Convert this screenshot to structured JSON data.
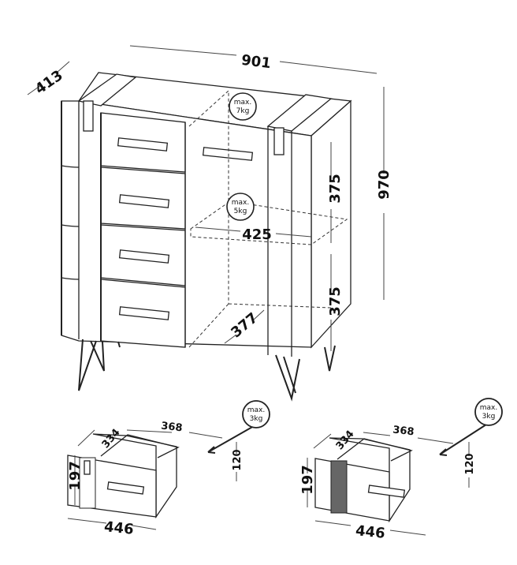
{
  "cabinet": {
    "width": "901",
    "depth": "413",
    "height": "970",
    "upper_compartment_height": "375",
    "lower_compartment_height": "375",
    "shelf_width": "425",
    "shelf_depth": "377",
    "top_load": {
      "line1": "max.",
      "line2": "7kg"
    },
    "shelf_load": {
      "line1": "max.",
      "line2": "5kg"
    }
  },
  "drawers": [
    {
      "inner_width": "368",
      "inner_depth": "334",
      "front_height": "197",
      "inner_height": "120",
      "front_width": "446",
      "load": {
        "line1": "max.",
        "line2": "3kg"
      }
    },
    {
      "inner_width": "368",
      "inner_depth": "334",
      "front_height": "197",
      "inner_height": "120",
      "front_width": "446",
      "load": {
        "line1": "max.",
        "line2": "3kg"
      }
    }
  ]
}
